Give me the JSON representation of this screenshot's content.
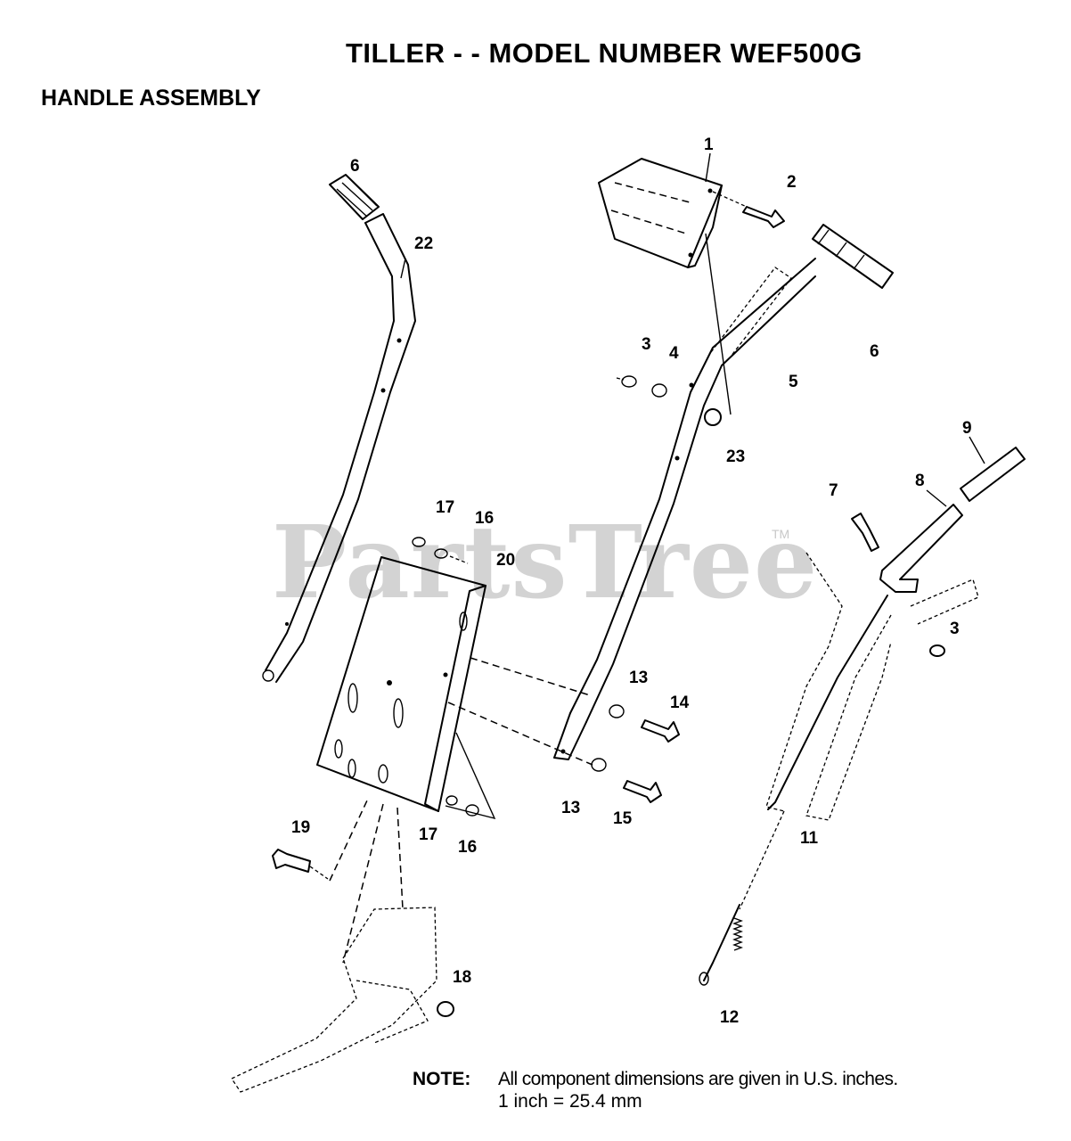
{
  "header": {
    "title": "TILLER - - MODEL NUMBER WEF500G",
    "section": "HANDLE ASSEMBLY"
  },
  "watermark": {
    "text": "PartsTree",
    "tm": "TM"
  },
  "callouts": [
    {
      "id": "c1",
      "label": "1"
    },
    {
      "id": "c2",
      "label": "2"
    },
    {
      "id": "c3a",
      "label": "3"
    },
    {
      "id": "c3b",
      "label": "3"
    },
    {
      "id": "c4",
      "label": "4"
    },
    {
      "id": "c5",
      "label": "5"
    },
    {
      "id": "c6a",
      "label": "6"
    },
    {
      "id": "c6b",
      "label": "6"
    },
    {
      "id": "c7",
      "label": "7"
    },
    {
      "id": "c8",
      "label": "8"
    },
    {
      "id": "c9",
      "label": "9"
    },
    {
      "id": "c11",
      "label": "11"
    },
    {
      "id": "c12",
      "label": "12"
    },
    {
      "id": "c13a",
      "label": "13"
    },
    {
      "id": "c13b",
      "label": "13"
    },
    {
      "id": "c14",
      "label": "14"
    },
    {
      "id": "c15",
      "label": "15"
    },
    {
      "id": "c16a",
      "label": "16"
    },
    {
      "id": "c16b",
      "label": "16"
    },
    {
      "id": "c17a",
      "label": "17"
    },
    {
      "id": "c17b",
      "label": "17"
    },
    {
      "id": "c18",
      "label": "18"
    },
    {
      "id": "c19",
      "label": "19"
    },
    {
      "id": "c20",
      "label": "20"
    },
    {
      "id": "c22",
      "label": "22"
    },
    {
      "id": "c23",
      "label": "23"
    }
  ],
  "note": {
    "label": "NOTE:",
    "line1": "All component dimensions are given in U.S. inches.",
    "line2": "1 inch = 25.4 mm"
  }
}
